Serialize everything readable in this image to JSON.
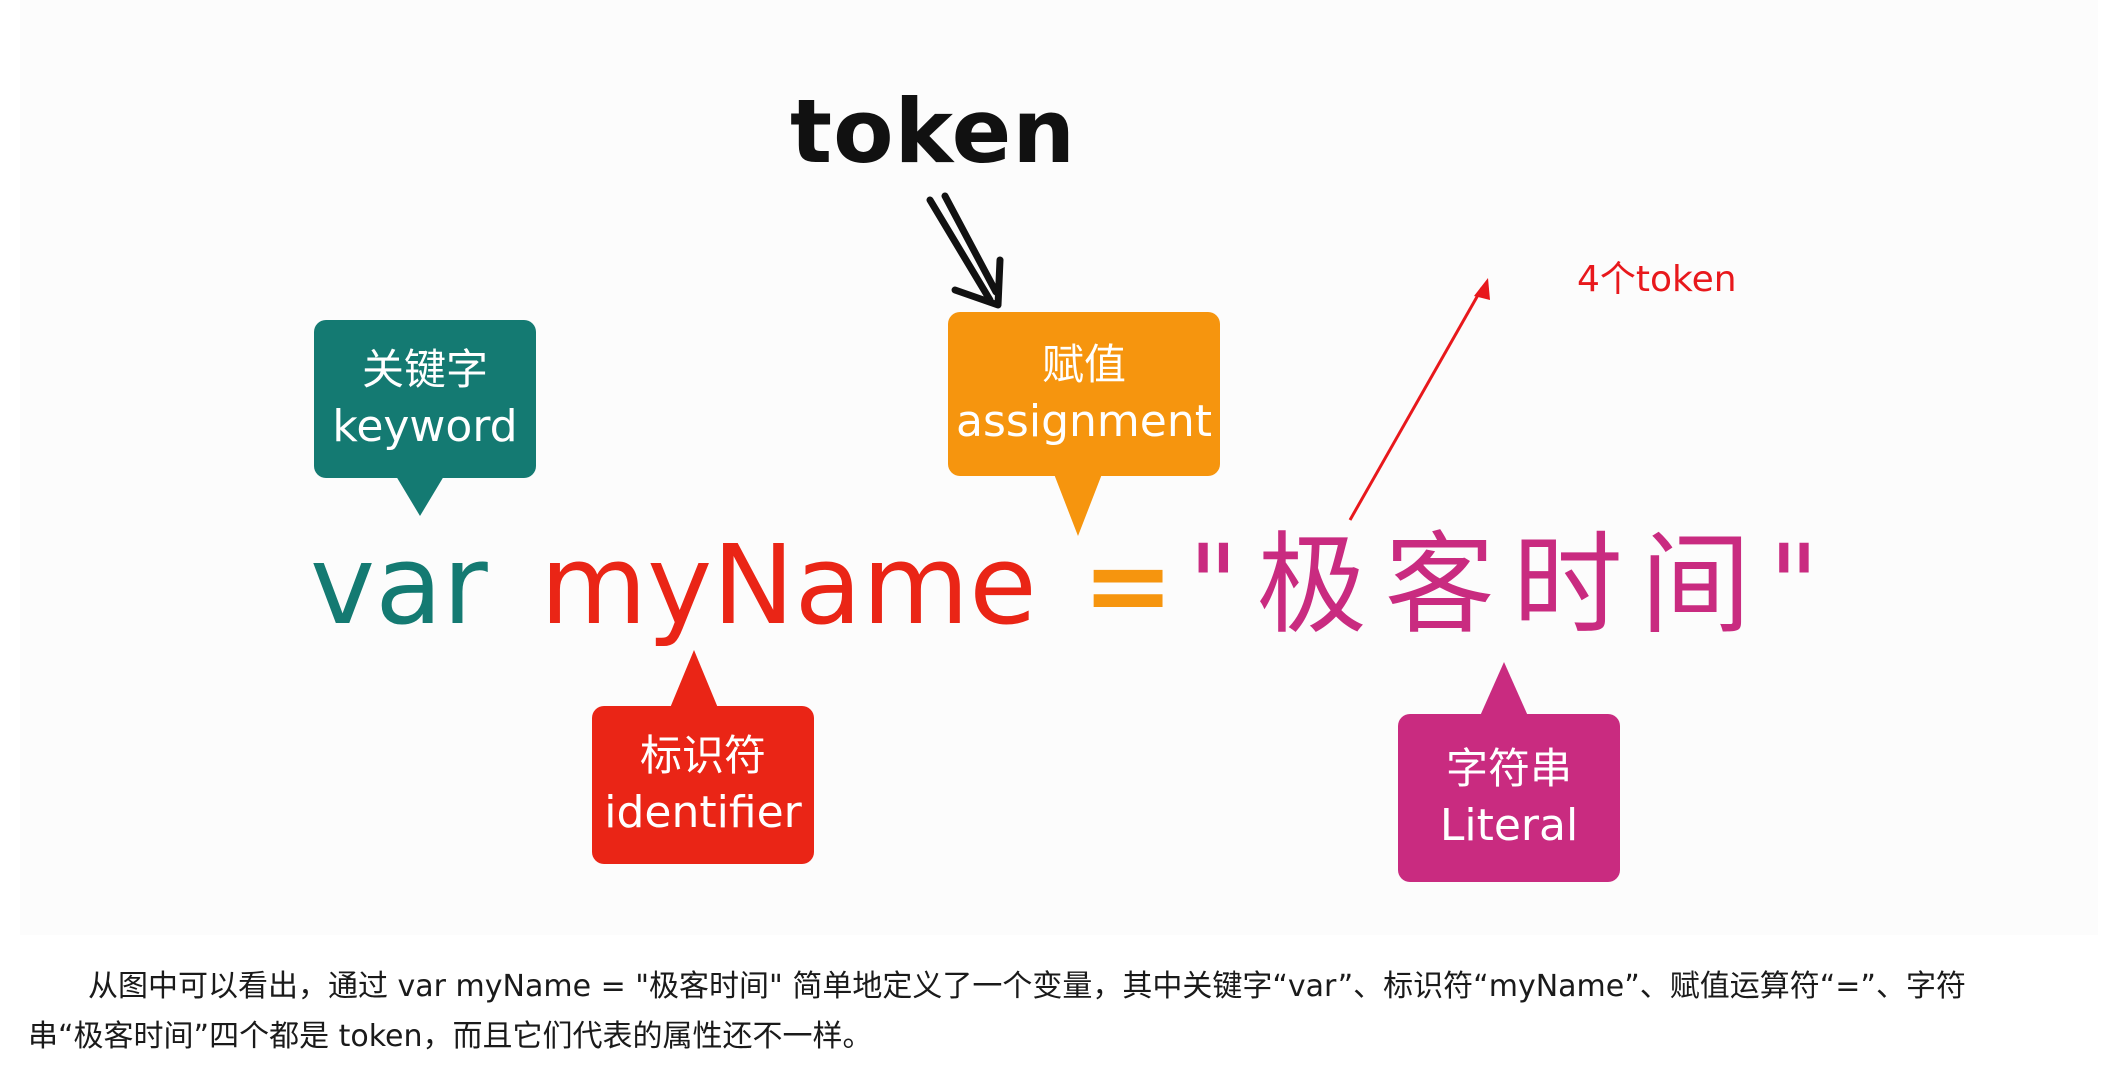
{
  "figure": {
    "title": "token",
    "count_label": "4个token",
    "code": {
      "keyword": "var",
      "identifier": "myName",
      "assign": "=",
      "literal": "\"极客时间\""
    },
    "bubbles": {
      "keyword": {
        "zh": "关键字",
        "en": "keyword",
        "color": "#147a72"
      },
      "assignment": {
        "zh": "赋值",
        "en": "assignment",
        "color": "#f6950e"
      },
      "identifier": {
        "zh": "标识符",
        "en": "identifier",
        "color": "#ea2516"
      },
      "literal": {
        "zh": "字符串",
        "en": "Literal",
        "color": "#c92b80"
      }
    }
  },
  "paragraph": {
    "line1": "从图中可以看出，通过 var myName = \"极客时间\" 简单地定义了一个变量，其中关键字“var”、标识符“myName”、赋值运算符“=”、字符",
    "line2": "串“极客时间”四个都是 token，而且它们代表的属性还不一样。"
  }
}
